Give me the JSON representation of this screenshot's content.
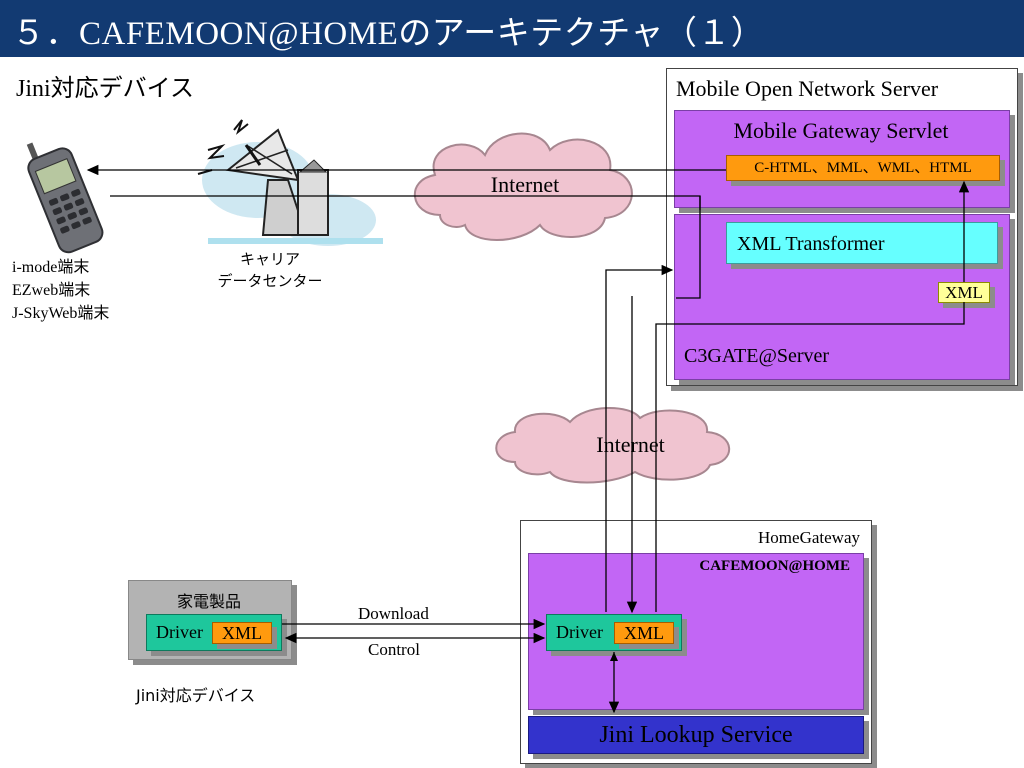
{
  "header": {
    "title": "５．CAFEMOON@HOMEのアーキテクチャ（１）",
    "bg": "#123a72"
  },
  "left": {
    "heading": "Jini対応デバイス",
    "terminals": [
      "i-mode端末",
      "EZweb端末",
      "J-SkyWeb端末"
    ],
    "carrier": [
      "キャリア",
      "データセンター"
    ]
  },
  "clouds": {
    "top": "Internet",
    "middle": "Internet"
  },
  "server": {
    "title": "Mobile Open Network Server",
    "gateway": {
      "title": "Mobile Gateway Servlet",
      "formats": "C-HTML、MML、WML、HTML"
    },
    "c3gate": {
      "title": "C3GATE@Server",
      "transformer": "XML Transformer",
      "xml": "XML"
    }
  },
  "home": {
    "title": "HomeGateway",
    "app": "CAFEMOON@HOME",
    "driver": "Driver",
    "xml": "XML",
    "lookup": "Jini Lookup Service"
  },
  "appliance": {
    "title": "家電製品",
    "driver": "Driver",
    "xml": "XML",
    "caption": "Jini対応デバイス"
  },
  "links": {
    "download": "Download",
    "control": "Control"
  },
  "colors": {
    "violet": "#c266f5",
    "orange": "#ff9a0e",
    "cyan": "#66ffff",
    "green": "#1ec79c",
    "lookup": "#3333cc",
    "cloud": "#f0c4d0"
  }
}
